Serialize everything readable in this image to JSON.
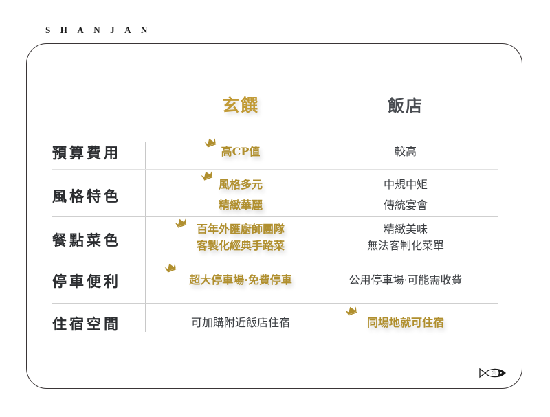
{
  "brand": "SHANJAN",
  "columns": {
    "ours": "玄饌",
    "hotel": "飯店"
  },
  "rows": [
    {
      "label": "預算費用",
      "ours": [
        "高CP值"
      ],
      "hotel": [
        "較高"
      ],
      "winner": "ours"
    },
    {
      "label": "風格特色",
      "ours": [
        "風格多元",
        "精緻華麗"
      ],
      "hotel": [
        "中規中矩",
        "傳統宴會"
      ],
      "winner": "ours"
    },
    {
      "label": "餐點菜色",
      "ours": [
        "百年外匯廚師團隊",
        "客製化經典手路菜"
      ],
      "hotel": [
        "精緻美味",
        "無法客制化菜單"
      ],
      "winner": "ours"
    },
    {
      "label": "停車便利",
      "ours": [
        "超大停車場·免費停車"
      ],
      "hotel": [
        "公用停車場·可能需收費"
      ],
      "winner": "ours"
    },
    {
      "label": "住宿空間",
      "ours": [
        "可加購附近飯店住宿"
      ],
      "hotel": [
        "同場地就可住宿"
      ],
      "winner": "hotel"
    }
  ],
  "colors": {
    "gold": "#b08f2e",
    "gold_heading": "#c19a35",
    "text_dark": "#2b2d30",
    "divider": "#cfcfcf"
  },
  "icons": {
    "crown": "crown-icon",
    "fish": "fish-logo-icon"
  }
}
